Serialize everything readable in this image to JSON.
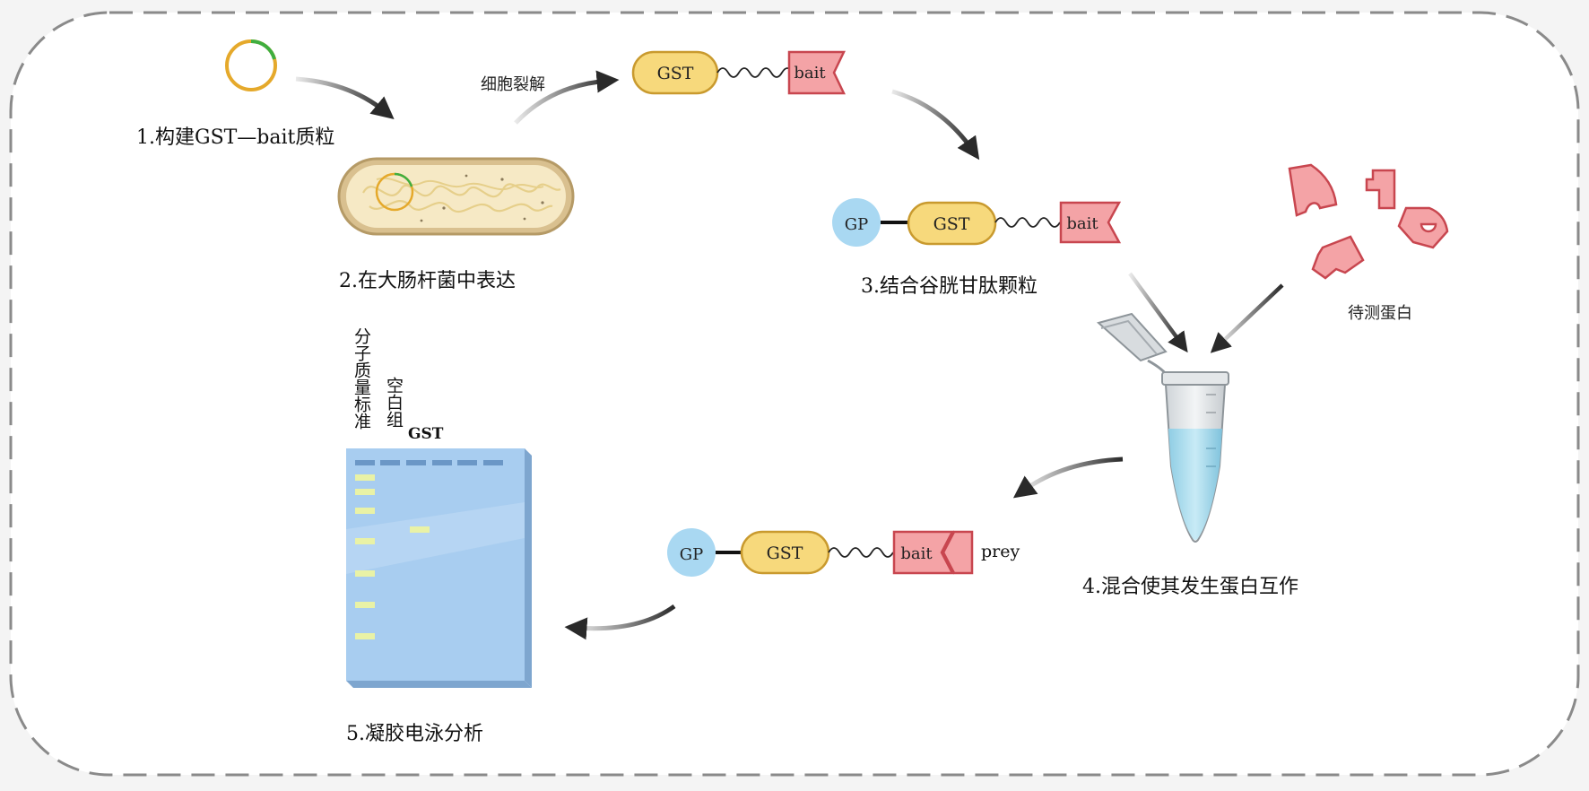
{
  "steps": {
    "s1": "1.构建GST—bait质粒",
    "s2": "2.在大肠杆菌中表达",
    "s3": "3.结合谷胱甘肽颗粒",
    "s4": "4.混合使其发生蛋白互作",
    "s5": "5.凝胶电泳分析"
  },
  "labels": {
    "lysis": "细胞裂解",
    "test_protein": "待测蛋白",
    "gst": "GST",
    "bait": "bait",
    "gp": "GP",
    "prey": "prey"
  },
  "gel": {
    "lane_marker": "分子质量标准",
    "lane_blank": "空白组",
    "lane_gst": "GST"
  },
  "colors": {
    "gst_fill": "#f7d97c",
    "gst_stroke": "#c99a2e",
    "bait_fill": "#f4a3a6",
    "bait_stroke": "#c8464f",
    "gp_fill": "#a9d8f2",
    "gel_fill": "#a8cdf0",
    "band": "#e9f2a6",
    "plasmid_main": "#e5a92b",
    "plasmid_insert": "#3fae3f"
  }
}
